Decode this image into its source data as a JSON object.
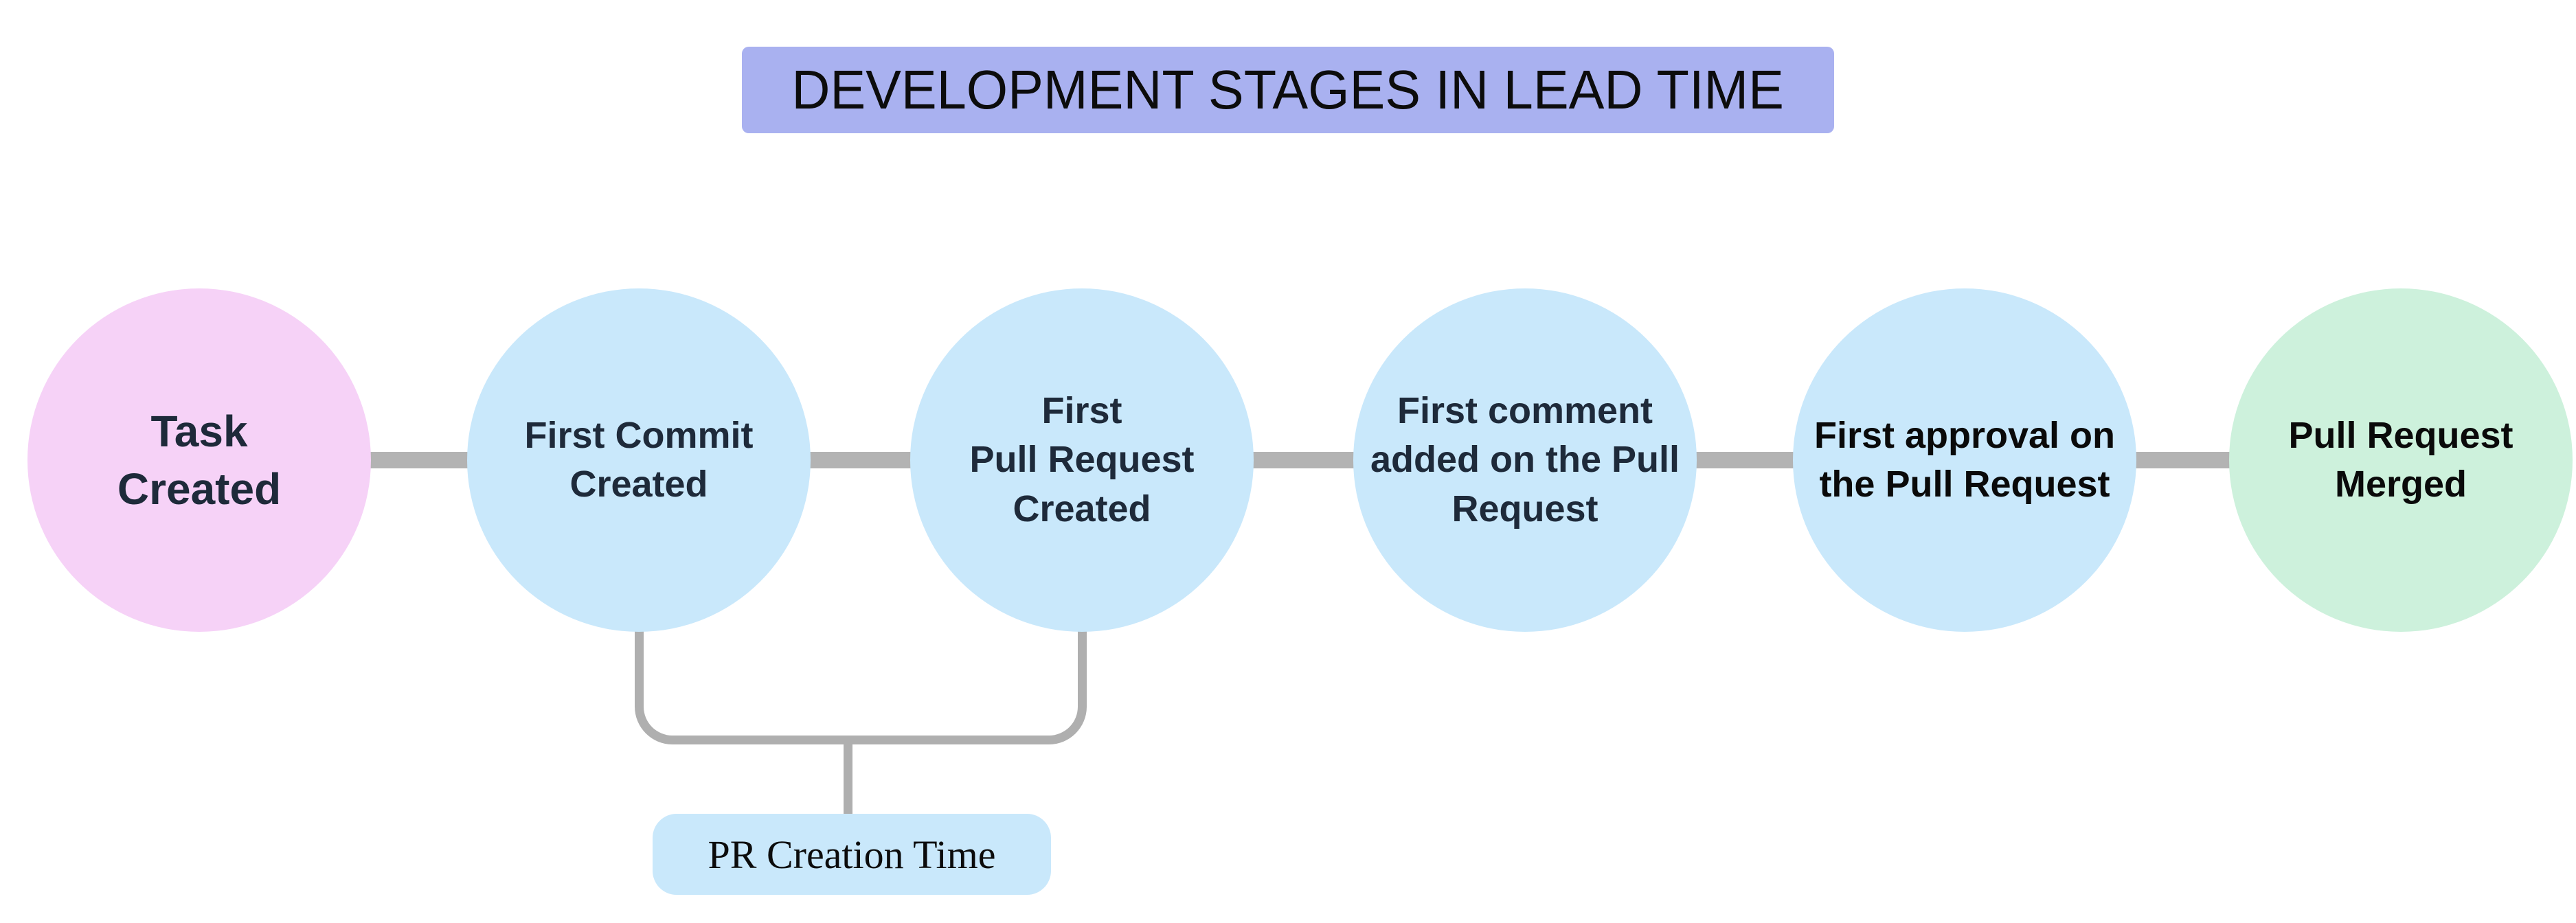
{
  "title": {
    "text": "DEVELOPMENT STAGES IN LEAD TIME",
    "bg_color": "#A9B1F0",
    "text_color": "#0C0C0C"
  },
  "colors": {
    "connector": "#B3B3B3",
    "bracket": "#AFAFAF",
    "background": "#FFFFFF"
  },
  "stages": [
    {
      "label": "Task\nCreated",
      "bg_color": "#F6D2F7",
      "text_color": "#1E2A3A"
    },
    {
      "label": "First Commit\nCreated",
      "bg_color": "#C9E8FB",
      "text_color": "#1E2A3A"
    },
    {
      "label": "First\nPull Request\nCreated",
      "bg_color": "#C9E8FB",
      "text_color": "#1E2A3A"
    },
    {
      "label": "First comment\nadded on the Pull\nRequest",
      "bg_color": "#C9E8FB",
      "text_color": "#1E2A3A"
    },
    {
      "label": "First approval on\nthe Pull Request",
      "bg_color": "#C9E8FB",
      "text_color": "#0A0A0A"
    },
    {
      "label": "Pull Request\nMerged",
      "bg_color": "#CDF1DC",
      "text_color": "#0A0A0A"
    }
  ],
  "annotation": {
    "label": "PR Creation Time",
    "bg_color": "#C9E8FB",
    "text_color": "#0C0C0C",
    "connects": [
      "First Commit Created",
      "First Pull Request Created"
    ]
  }
}
